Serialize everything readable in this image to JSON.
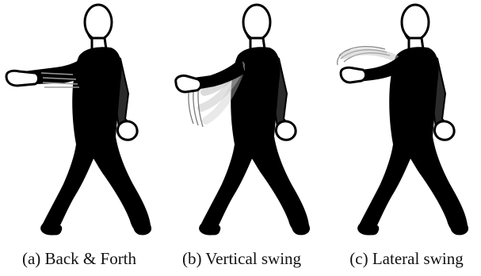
{
  "panels": [
    {
      "caption": "(a) Back & Forth",
      "motion": "back-and-forth"
    },
    {
      "caption": "(b) Vertical swing",
      "motion": "vertical-swing"
    },
    {
      "caption": "(c) Lateral swing",
      "motion": "lateral-swing"
    }
  ],
  "colors": {
    "background": "#ffffff",
    "silhouette": "#000000",
    "outline": "#000000",
    "skin": "#ffffff",
    "trail": "#9a9a9a",
    "text": "#111111"
  }
}
